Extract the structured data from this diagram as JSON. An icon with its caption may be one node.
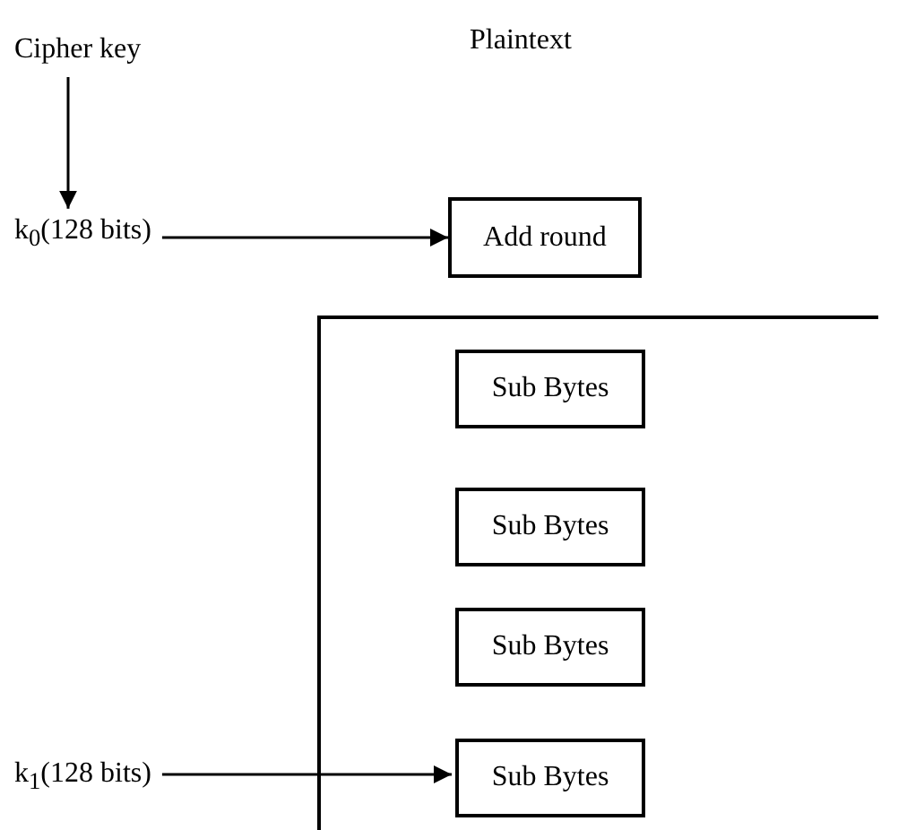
{
  "diagram": {
    "nodes": [
      {
        "text": [
          "Cipher key"
        ]
      },
      {
        "text": [
          "k$_{0}$(128 bits)"
        ]
      },
      {
        "text": [
          "Add round"
        ]
      },
      {
        "text": [],
        "shape": "box"
      },
      {
        "text": [
          "Sub Bytes"
        ],
        "in": 3
      },
      {
        "text": [
          "Sub Bytes"
        ],
        "in": 3
      },
      {
        "text": [
          "Sub Bytes"
        ],
        "in": 3
      },
      {
        "text": [
          "Sub Bytes"
        ],
        "in": 3
      },
      {
        "text": [
          "k$_{1}$(128 bits)"
        ]
      }
    ],
    "edges": [
      {
        "from": 0,
        "to": 1,
        "arrow": "to"
      },
      {
        "from": 1,
        "to": 2,
        "arrow": "to"
      },
      {
        "from": 8,
        "to": 7,
        "arrow": "to"
      }
    ],
    "labels": [
      "Plaintext"
    ]
  }
}
